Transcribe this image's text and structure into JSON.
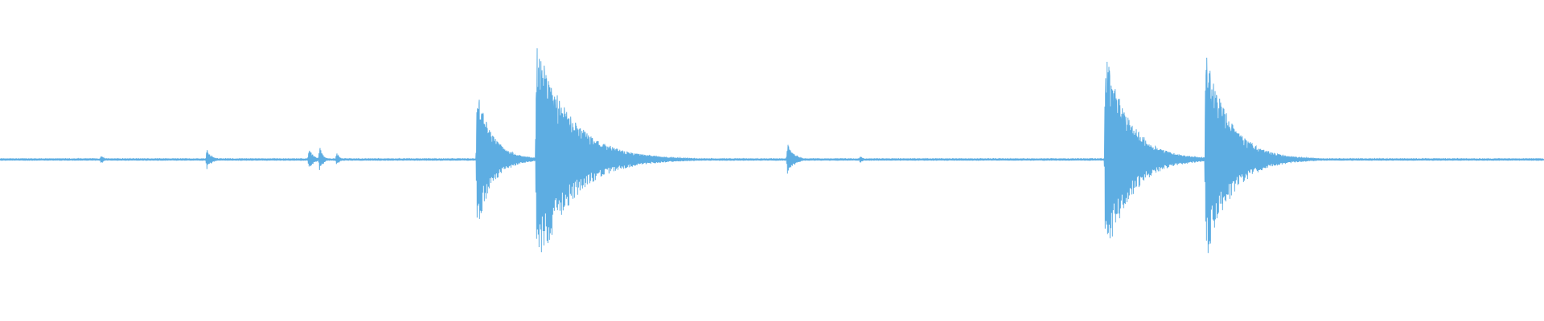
{
  "waveform": {
    "color": "#5dade2",
    "background": "#ffffff",
    "transients": [
      {
        "t": 0.0655,
        "amp": 0.04,
        "decay": 0.002
      },
      {
        "t": 0.134,
        "amp": 0.09,
        "decay": 0.003
      },
      {
        "t": 0.2,
        "amp": 0.1,
        "decay": 0.003
      },
      {
        "t": 0.207,
        "amp": 0.12,
        "decay": 0.002
      },
      {
        "t": 0.218,
        "amp": 0.06,
        "decay": 0.002
      },
      {
        "t": 0.309,
        "amp": 0.6,
        "decay": 0.01
      },
      {
        "t": 0.3475,
        "amp": 1.0,
        "decay": 0.022
      },
      {
        "t": 0.398,
        "amp": 0.08,
        "decay": 0.003
      },
      {
        "t": 0.51,
        "amp": 0.14,
        "decay": 0.004
      },
      {
        "t": 0.557,
        "amp": 0.03,
        "decay": 0.002
      },
      {
        "t": 0.716,
        "amp": 0.9,
        "decay": 0.016
      },
      {
        "t": 0.781,
        "amp": 0.9,
        "decay": 0.016
      }
    ]
  }
}
